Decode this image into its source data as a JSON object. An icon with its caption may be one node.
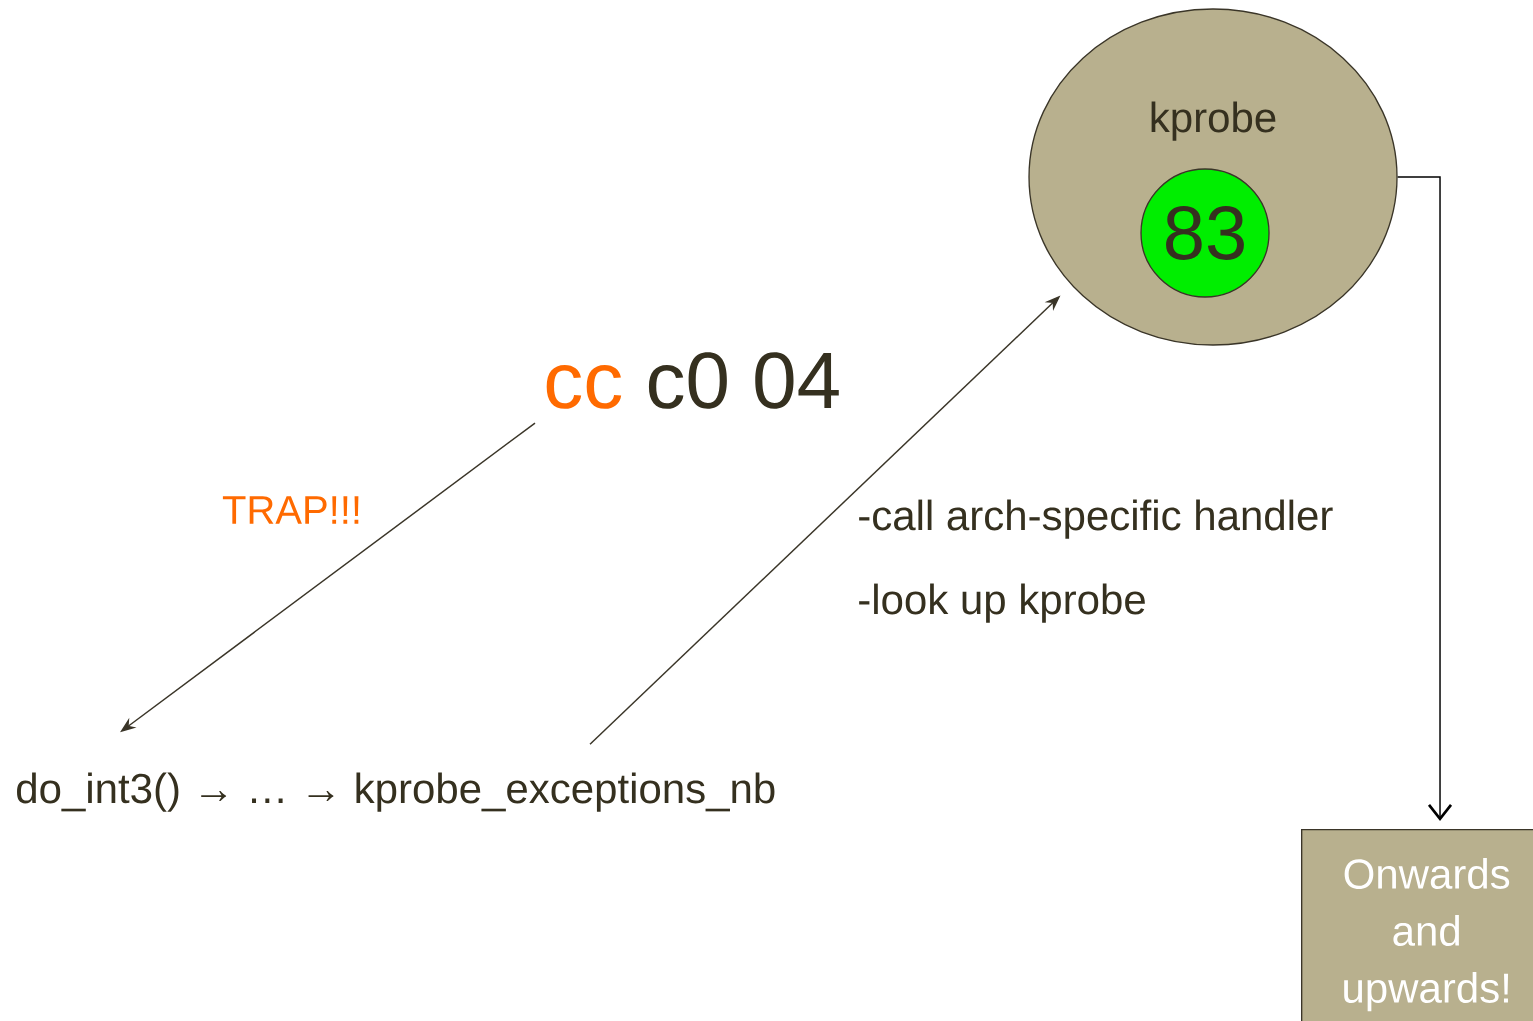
{
  "diagram": {
    "nodes": [
      {
        "text": [
          "kprobe"
        ]
      },
      {
        "text": [
          "83"
        ],
        "in": 0
      },
      {
        "text": [
          "cc",
          "c0 04"
        ]
      },
      {
        "text": [
          "do_int3() → … → kprobe_exceptions_nb"
        ]
      },
      {
        "text": [
          "Onwards and upwards!"
        ]
      }
    ],
    "edges": [
      {
        "from": 2,
        "to": 3,
        "arrow": "to",
        "label": "TRAP!!!"
      },
      {
        "from": 3,
        "to": 0,
        "arrow": "to"
      },
      {
        "from": 0,
        "to": 4,
        "arrow": "to"
      }
    ],
    "labels": [
      "-call arch-specific handler",
      "-look up kprobe"
    ]
  }
}
